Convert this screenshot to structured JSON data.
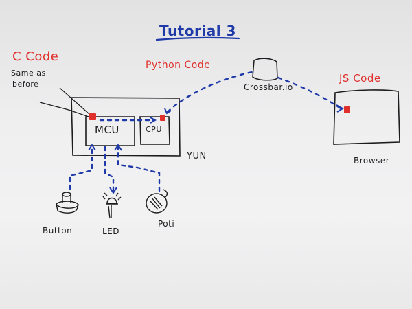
{
  "title": "Tutorial 3",
  "labels": {
    "c_code": "C Code",
    "same_as_before": [
      "Same as",
      "before"
    ],
    "python_code": "Python Code",
    "js_code": "JS Code",
    "crossbar": "Crossbar.io",
    "mcu": "MCU",
    "cpu": "CPU",
    "yun": "YUN",
    "browser": "Browser",
    "button": "Button",
    "led": "LED",
    "poti": "Poti"
  },
  "colors": {
    "ink_black": "#1c1c1e",
    "ink_blue": "#1f3aa8",
    "ink_red": "#e0302b",
    "board": "#efeff0"
  }
}
